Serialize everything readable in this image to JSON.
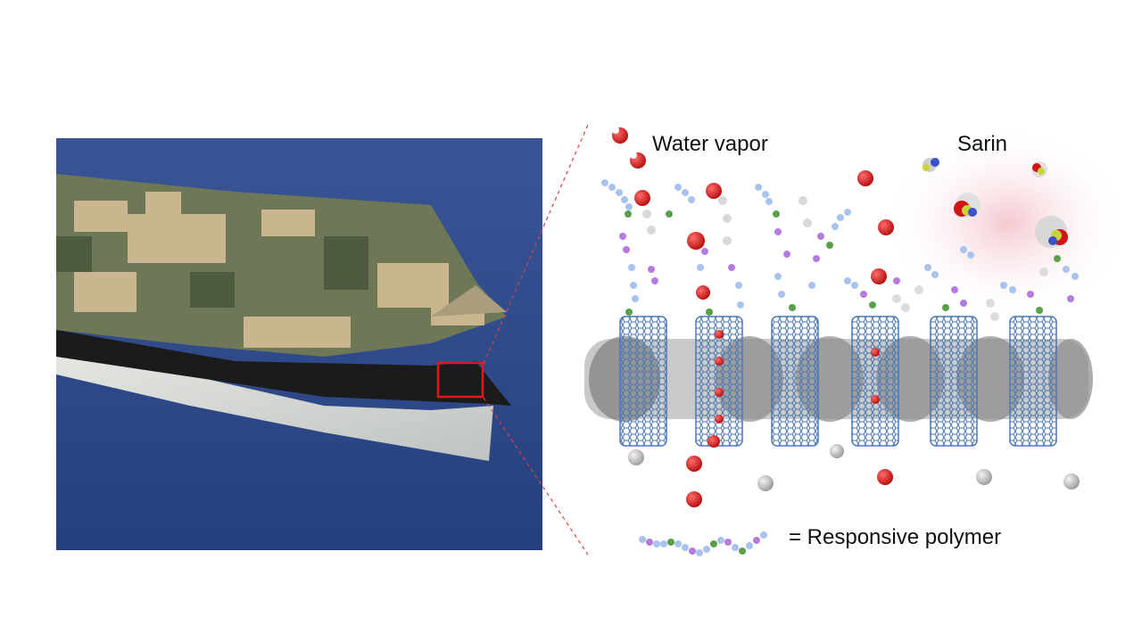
{
  "labels": {
    "water_vapor": "Water vapor",
    "sarin": "Sarin",
    "legend": "= Responsive polymer"
  },
  "colors": {
    "background_table": "#2f4a8a",
    "camo_tan": "#c9b68f",
    "camo_green": "#6f7856",
    "camo_dark": "#4d5a3f",
    "inner_black": "#1a1a1a",
    "liner_white": "#d8dbd7",
    "highlight_box": "#e01818",
    "nanotube_blue": "#5b86c2",
    "membrane_gray": "#8a8a8a",
    "water_red": "#d01616",
    "polymer_blue": "#a9c3ee",
    "polymer_purple": "#b57be0",
    "polymer_green": "#5aa04a",
    "sarin_glow": "#f7d3d8"
  },
  "icons": [
    "water-molecule-icon",
    "sarin-molecule-icon",
    "carbon-nanotube-icon",
    "polymer-chain-icon"
  ]
}
